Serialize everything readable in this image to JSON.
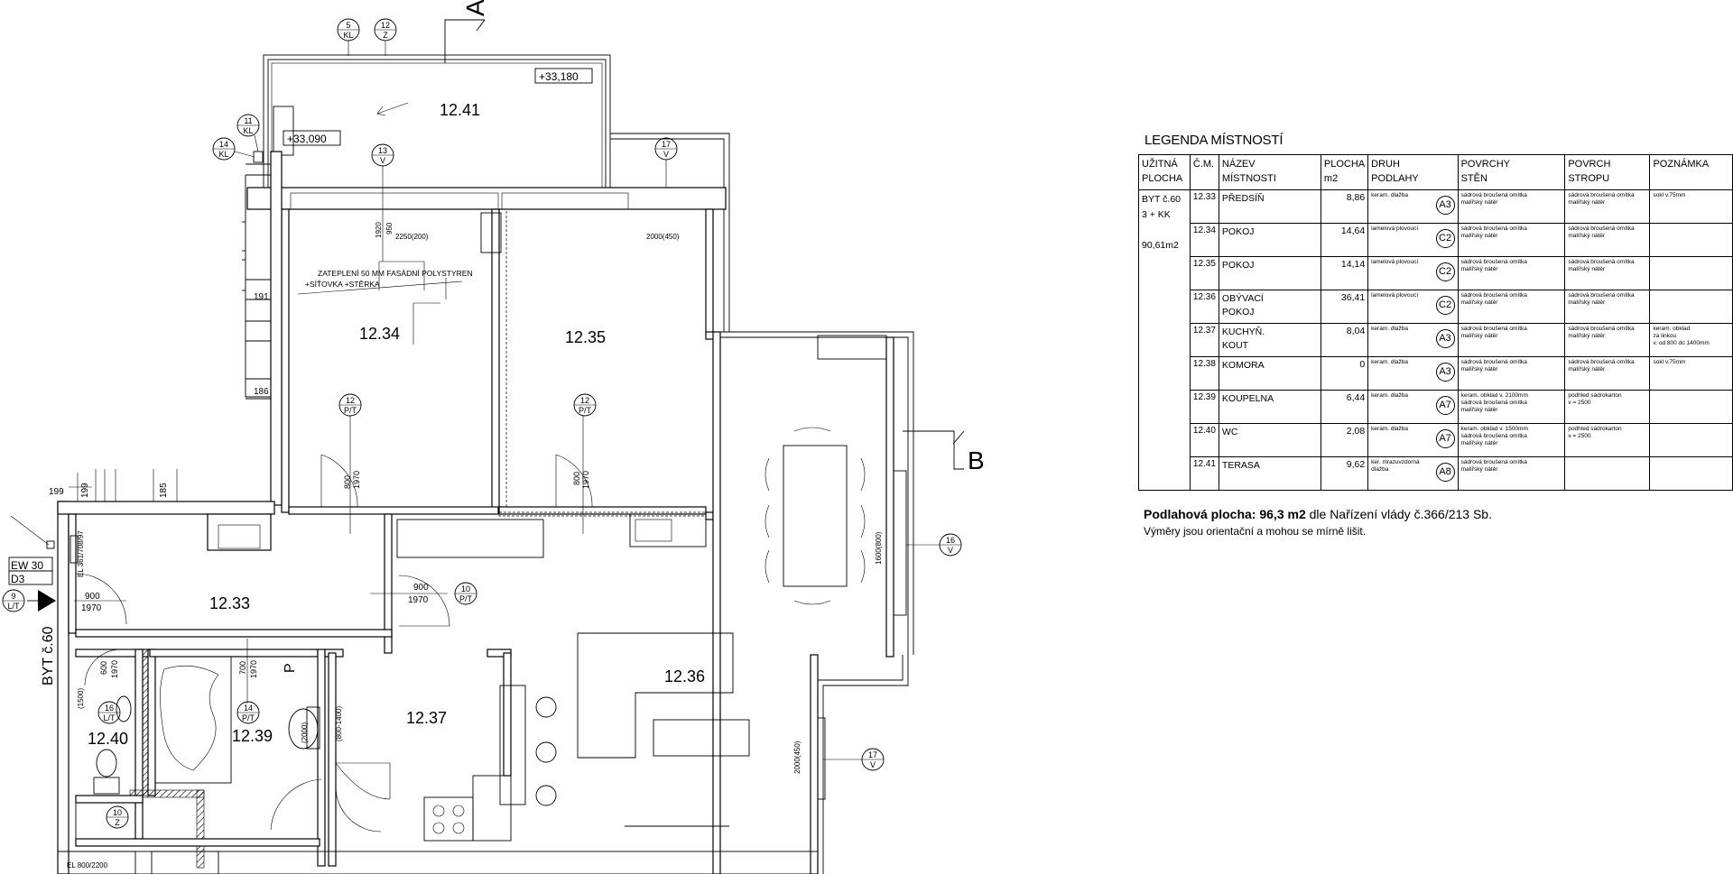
{
  "plan": {
    "rooms": [
      {
        "id": "12.41",
        "label": "12.41"
      },
      {
        "id": "12.34",
        "label": "12.34"
      },
      {
        "id": "12.35",
        "label": "12.35"
      },
      {
        "id": "12.33",
        "label": "12.33"
      },
      {
        "id": "12.36",
        "label": "12.36"
      },
      {
        "id": "12.37",
        "label": "12.37"
      },
      {
        "id": "12.40",
        "label": "12.40"
      },
      {
        "id": "12.39",
        "label": "12.39"
      }
    ],
    "levels": {
      "level_a": "+33,180",
      "level_b": "+33,090"
    },
    "section_a": "A",
    "section_b": "B",
    "unit_side_label": "BYT č.60",
    "insulation_note": [
      "ZATEPLENÍ 50 MM FASÁDNÍ POLYSTYREN",
      "+SÍŤOVKA +STĚRKA"
    ],
    "ew_label": "EW 30",
    "d3_label": "D3",
    "p_label": "P",
    "el_label": "EL 800/2200",
    "tags": [
      {
        "top": "5",
        "bottom": "KL"
      },
      {
        "top": "12",
        "bottom": "Z"
      },
      {
        "top": "11",
        "bottom": "KL"
      },
      {
        "top": "14",
        "bottom": "KL"
      },
      {
        "top": "13",
        "bottom": "V"
      },
      {
        "top": "17",
        "bottom": "V"
      },
      {
        "top": "12",
        "bottom": "P/T"
      },
      {
        "top": "12",
        "bottom": "P/T"
      },
      {
        "top": "10",
        "bottom": "P/T"
      },
      {
        "top": "16",
        "bottom": "V"
      },
      {
        "top": "9",
        "bottom": "L/T"
      },
      {
        "top": "16",
        "bottom": "L/T"
      },
      {
        "top": "14",
        "bottom": "P/T"
      },
      {
        "top": "10",
        "bottom": "Z"
      },
      {
        "top": "17",
        "bottom": "V"
      }
    ],
    "dims": {
      "d2250": "2250(200)",
      "d2000": "2000(450)",
      "d1920": "1920",
      "d950": "950",
      "d191": "191",
      "d186": "186",
      "d199a": "199",
      "d199b": "199",
      "d185": "185",
      "door800a": "800",
      "door1970a": "1970",
      "door800b": "800",
      "door1970b": "1970",
      "door900a": "900",
      "door1970c": "1970",
      "door900b": "900",
      "door1970d": "1970",
      "door600": "600",
      "door1970e": "1970",
      "door700": "700",
      "door1970f": "1970",
      "d1500": "(1500)",
      "d2000b": "(2000)",
      "d800_1400": "(800-1400)",
      "d1600": "1600(800)",
      "d2000c": "2000(450)",
      "el_vert": "EL 361/708/97"
    }
  },
  "legend": {
    "title": "LEGENDA MÍSTNOSTÍ",
    "headers": {
      "col1": [
        "UŽITNÁ",
        "PLOCHA"
      ],
      "col2": [
        "Č.M."
      ],
      "col3": [
        "NÁZEV",
        "MÍSTNOSTI"
      ],
      "col4": [
        "PLOCHA",
        "m2"
      ],
      "col5": [
        "DRUH",
        "PODLAHY"
      ],
      "col6": [
        "POVRCHY",
        "STĚN"
      ],
      "col7": [
        "POVRCH",
        "STROPU"
      ],
      "col8": [
        "POZNÁMKA"
      ]
    },
    "unit": [
      "BYT č.60",
      "3 + KK",
      "",
      "90,61m2"
    ],
    "rows": [
      {
        "no": "12.33",
        "name": [
          "PŘEDSÍŇ"
        ],
        "area": "8,86",
        "floor": "keram. dlažba",
        "badge": "A3",
        "walls": [
          "sádrová broušená omítka",
          "malířský nátěr"
        ],
        "ceiling": [
          "sádrová broušená omítka",
          "malířský nátěr"
        ],
        "note": [
          "sokl v.75mm"
        ]
      },
      {
        "no": "12.34",
        "name": [
          "POKOJ"
        ],
        "area": "14,64",
        "floor": "lamelová plovoucí",
        "badge": "C2",
        "walls": [
          "sádrová broušená omítka",
          "malířský nátěr"
        ],
        "ceiling": [
          "sádrová broušená omítka",
          "malířský nátěr"
        ],
        "note": []
      },
      {
        "no": "12.35",
        "name": [
          "POKOJ"
        ],
        "area": "14,14",
        "floor": "lamelová plovoucí",
        "badge": "C2",
        "walls": [
          "sádrová broušená omítka",
          "malířský nátěr"
        ],
        "ceiling": [
          "sádrová broušená omítka",
          "malířský nátěr"
        ],
        "note": []
      },
      {
        "no": "12.36",
        "name": [
          "OBÝVACÍ",
          "POKOJ"
        ],
        "area": "36,41",
        "floor": "lamelová plovoucí",
        "badge": "C2",
        "walls": [
          "sádrová broušená omítka",
          "malířský nátěr"
        ],
        "ceiling": [
          "sádrová broušená omítka",
          "malířský nátěr"
        ],
        "note": []
      },
      {
        "no": "12.37",
        "name": [
          "KUCHYŇ.",
          "KOUT"
        ],
        "area": "8,04",
        "floor": "keram. dlažba",
        "badge": "A3",
        "walls": [
          "sádrová broušená omítka",
          "malířský nátěr"
        ],
        "ceiling": [
          "sádrová broušená omítka",
          "malířský nátěr"
        ],
        "note": [
          "keram. obklad",
          "za linkou",
          "v. od 800 do 1400mm"
        ]
      },
      {
        "no": "12.38",
        "name": [
          "KOMORA"
        ],
        "area": "0",
        "floor": "keram. dlažba",
        "badge": "A3",
        "walls": [
          "sádrová broušená omítka",
          "malířský nátěr"
        ],
        "ceiling": [
          "sádrová broušená omítka",
          "malířský nátěr"
        ],
        "note": [
          "sokl v.75mm"
        ]
      },
      {
        "no": "12.39",
        "name": [
          "KOUPELNA"
        ],
        "area": "6,44",
        "floor": "keram. dlažba",
        "badge": "A7",
        "walls": [
          "keram. obklad v. 2100mm",
          "sádrová broušená omítka",
          "malířský nátěr"
        ],
        "ceiling": [
          "podhled sádrokarton",
          "v = 2500"
        ],
        "note": []
      },
      {
        "no": "12.40",
        "name": [
          "WC"
        ],
        "area": "2,08",
        "floor": "keram. dlažba",
        "badge": "A7",
        "walls": [
          "keram. obklad v. 1500mm",
          "sádrová broušená omítka",
          "malířský nátěr"
        ],
        "ceiling": [
          "podhled sádrokarton",
          "v = 2500"
        ],
        "note": []
      },
      {
        "no": "12.41",
        "name": [
          "TERASA"
        ],
        "area": "9,62",
        "floor": "ker. mrazuvzdorná dlažba",
        "badge": "A8",
        "walls": [
          "sádrová broušená omítka",
          "malířský nátěr"
        ],
        "ceiling": [],
        "note": []
      }
    ]
  },
  "footer": {
    "floor_area_label": "Podlahová plocha: 96,3 m2",
    "floor_area_rest": "dle Nařízení vlády č.366/213 Sb.",
    "disclaimer": "Výměry jsou orientační a mohou se mírně lišit."
  }
}
